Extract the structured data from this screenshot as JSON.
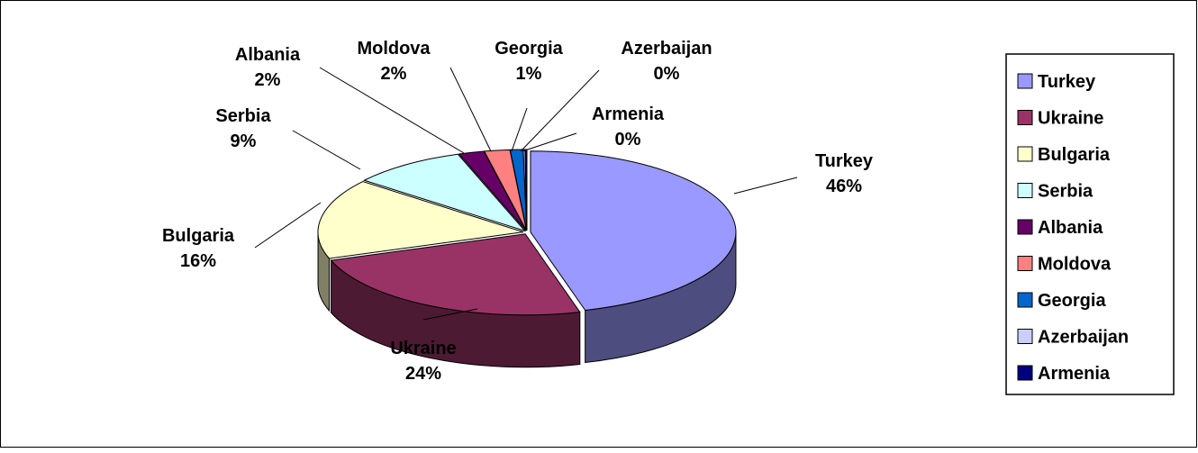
{
  "chart_data": {
    "type": "pie",
    "style": "3d-exploded",
    "title": "",
    "categories": [
      "Turkey",
      "Ukraine",
      "Bulgaria",
      "Serbia",
      "Albania",
      "Moldova",
      "Georgia",
      "Azerbaijan",
      "Armenia"
    ],
    "values": [
      46,
      24,
      16,
      9,
      2,
      2,
      1,
      0,
      0
    ],
    "value_labels": [
      "46%",
      "24%",
      "16%",
      "9%",
      "2%",
      "2%",
      "1%",
      "0%",
      "0%"
    ],
    "colors": [
      "#9999FF",
      "#993366",
      "#FFFFCC",
      "#CCFFFF",
      "#660066",
      "#FF8080",
      "#0066CC",
      "#CCCCFF",
      "#000080"
    ],
    "legend": {
      "position": "right",
      "entries": [
        "Turkey",
        "Ukraine",
        "Bulgaria",
        "Serbia",
        "Albania",
        "Moldova",
        "Georgia",
        "Azerbaijan",
        "Armenia"
      ]
    }
  }
}
